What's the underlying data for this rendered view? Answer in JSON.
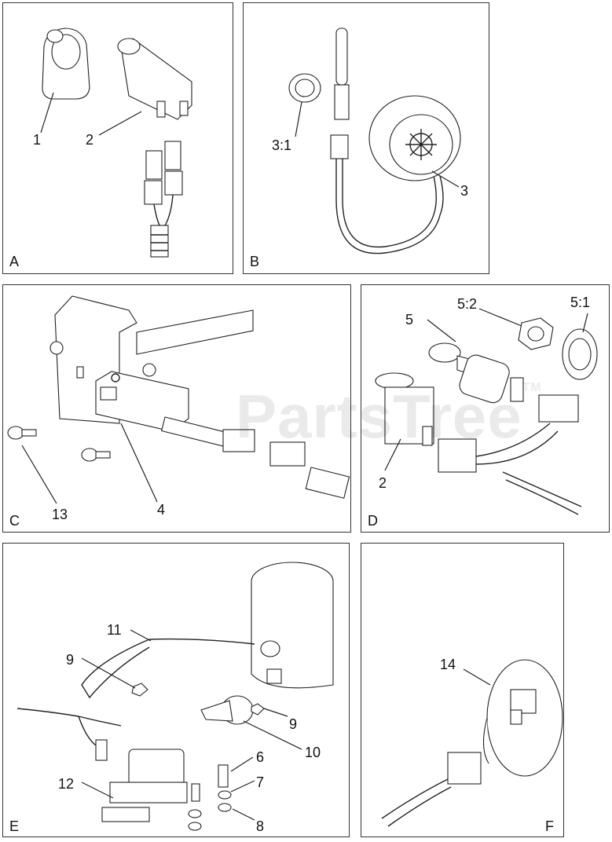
{
  "watermark": "PartsTree",
  "watermark_tm": "TM",
  "panels": {
    "A": {
      "letter": "A",
      "callouts": [
        "1",
        "2"
      ]
    },
    "B": {
      "letter": "B",
      "callouts": [
        "3:1",
        "3"
      ]
    },
    "C": {
      "letter": "C",
      "callouts": [
        "13",
        "4"
      ]
    },
    "D": {
      "letter": "D",
      "callouts": [
        "5:2",
        "5:1",
        "5",
        "2"
      ]
    },
    "E": {
      "letter": "E",
      "callouts": [
        "11",
        "9",
        "9",
        "10",
        "6",
        "12",
        "7",
        "8"
      ]
    },
    "F": {
      "letter": "F",
      "callouts": [
        "14"
      ]
    }
  }
}
